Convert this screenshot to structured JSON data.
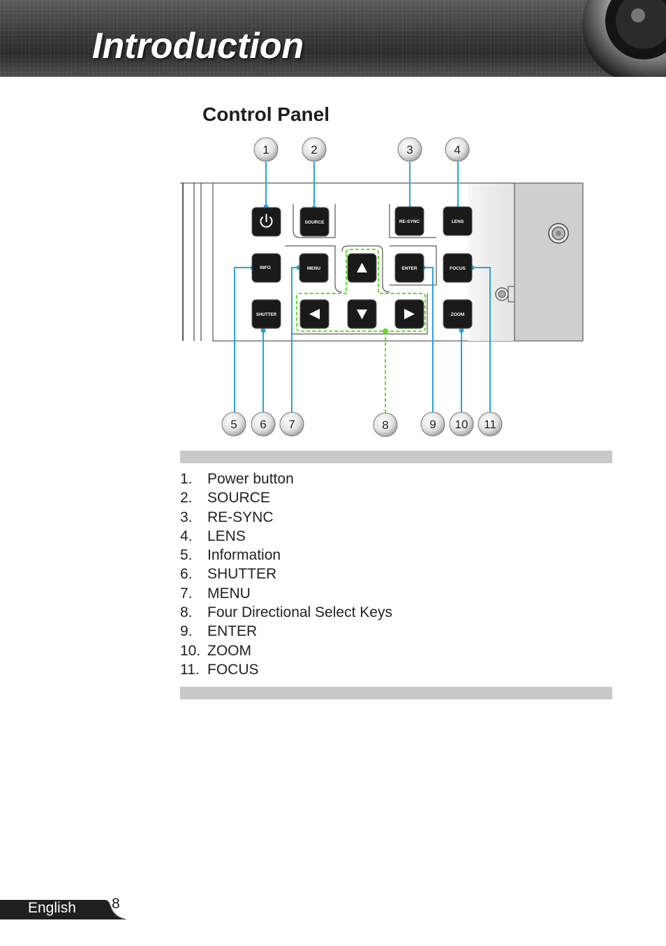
{
  "header": {
    "title": "Introduction"
  },
  "section": {
    "title": "Control Panel"
  },
  "panel_buttons": {
    "source": "SOURCE",
    "resync": "RE-SYNC",
    "lens": "LENS",
    "info": "INFO",
    "menu": "MENU",
    "enter": "ENTER",
    "focus": "FOCUS",
    "shutter": "SHUTTER",
    "zoom": "ZOOM"
  },
  "callouts": [
    "1",
    "2",
    "3",
    "4",
    "5",
    "6",
    "7",
    "8",
    "9",
    "10",
    "11"
  ],
  "items": [
    {
      "num": "1.",
      "label": "Power button"
    },
    {
      "num": "2.",
      "label": "SOURCE"
    },
    {
      "num": "3.",
      "label": "RE-SYNC"
    },
    {
      "num": "4.",
      "label": "LENS"
    },
    {
      "num": "5.",
      "label": "Information"
    },
    {
      "num": "6.",
      "label": "SHUTTER"
    },
    {
      "num": "7.",
      "label": "MENU"
    },
    {
      "num": "8.",
      "label": "Four Directional Select Keys"
    },
    {
      "num": "9.",
      "label": "ENTER"
    },
    {
      "num": "10.",
      "label": "ZOOM"
    },
    {
      "num": "11.",
      "label": "FOCUS"
    }
  ],
  "footer": {
    "language": "English",
    "page_number": "8"
  },
  "colors": {
    "callout_line": "#2aa3d8",
    "arrow_group": "#5fe02a",
    "button": "#1a1a1a"
  }
}
